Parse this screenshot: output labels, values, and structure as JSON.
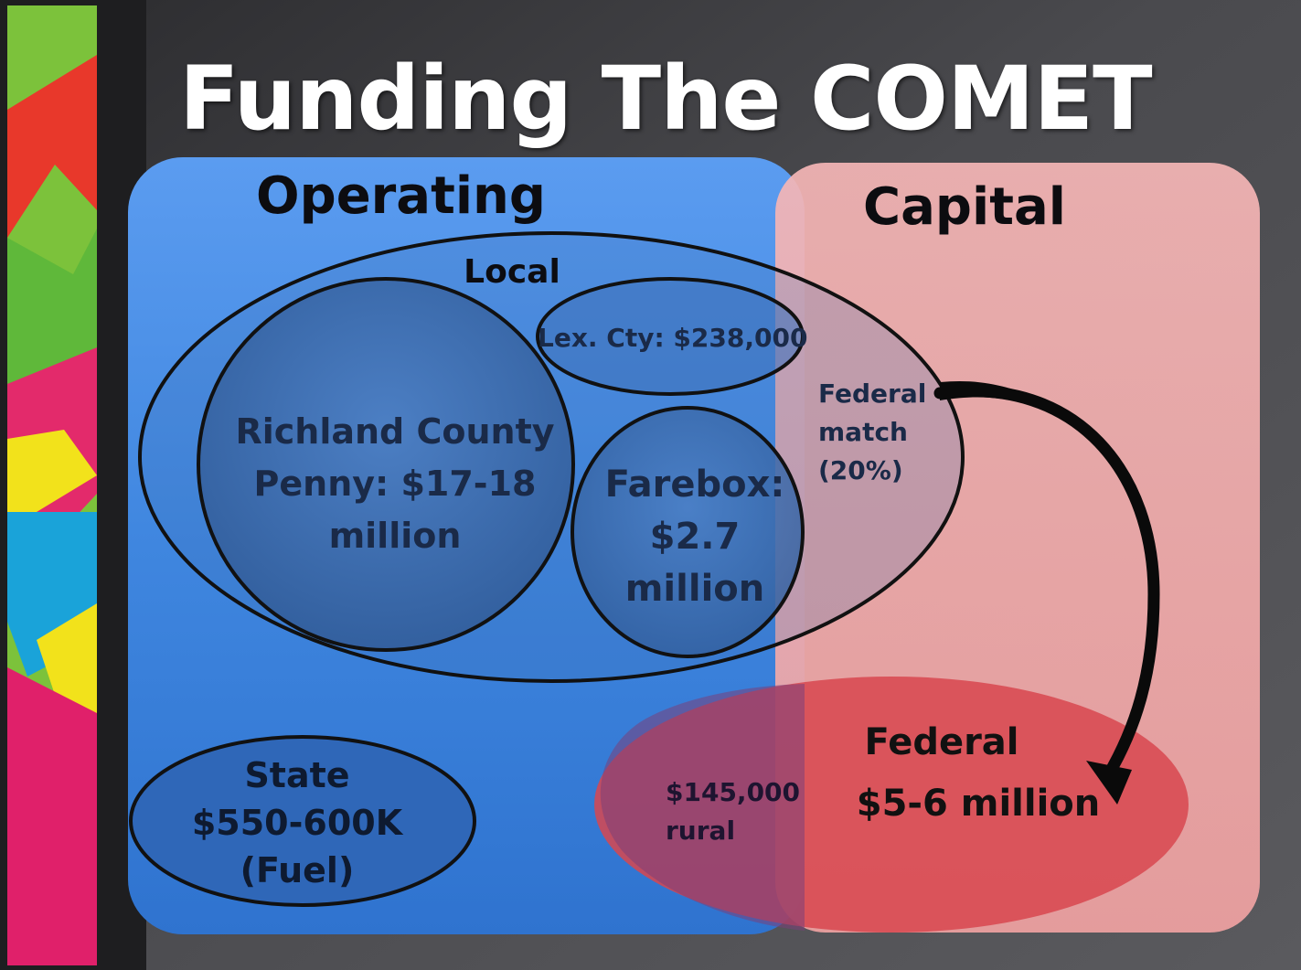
{
  "slide": {
    "title": "Funding The COMET"
  },
  "regions": {
    "operating": "Operating",
    "capital": "Capital"
  },
  "local": {
    "label": "Local",
    "richland": [
      "Richland County",
      "Penny: $17-18",
      "million"
    ],
    "lexington": "Lex. Cty: $238,000",
    "farebox": [
      "Farebox:",
      "$2.7",
      "million"
    ],
    "federal_match": [
      "Federal",
      "match",
      "(20%)"
    ]
  },
  "state": {
    "lines": [
      "State",
      "$550-600K",
      "(Fuel)"
    ]
  },
  "federal": {
    "title": "Federal",
    "amount": "$5-6 million",
    "rural": [
      "$145,000",
      "rural"
    ]
  },
  "colors": {
    "operating_fill": "#3f86df",
    "capital_fill": "#f2a8a8",
    "federal_fill": "#d8474f",
    "circle_fill": "#3a6cb3",
    "outline": "#111111",
    "text_dark": "#1a2a48",
    "background": "#3a3a3e"
  }
}
